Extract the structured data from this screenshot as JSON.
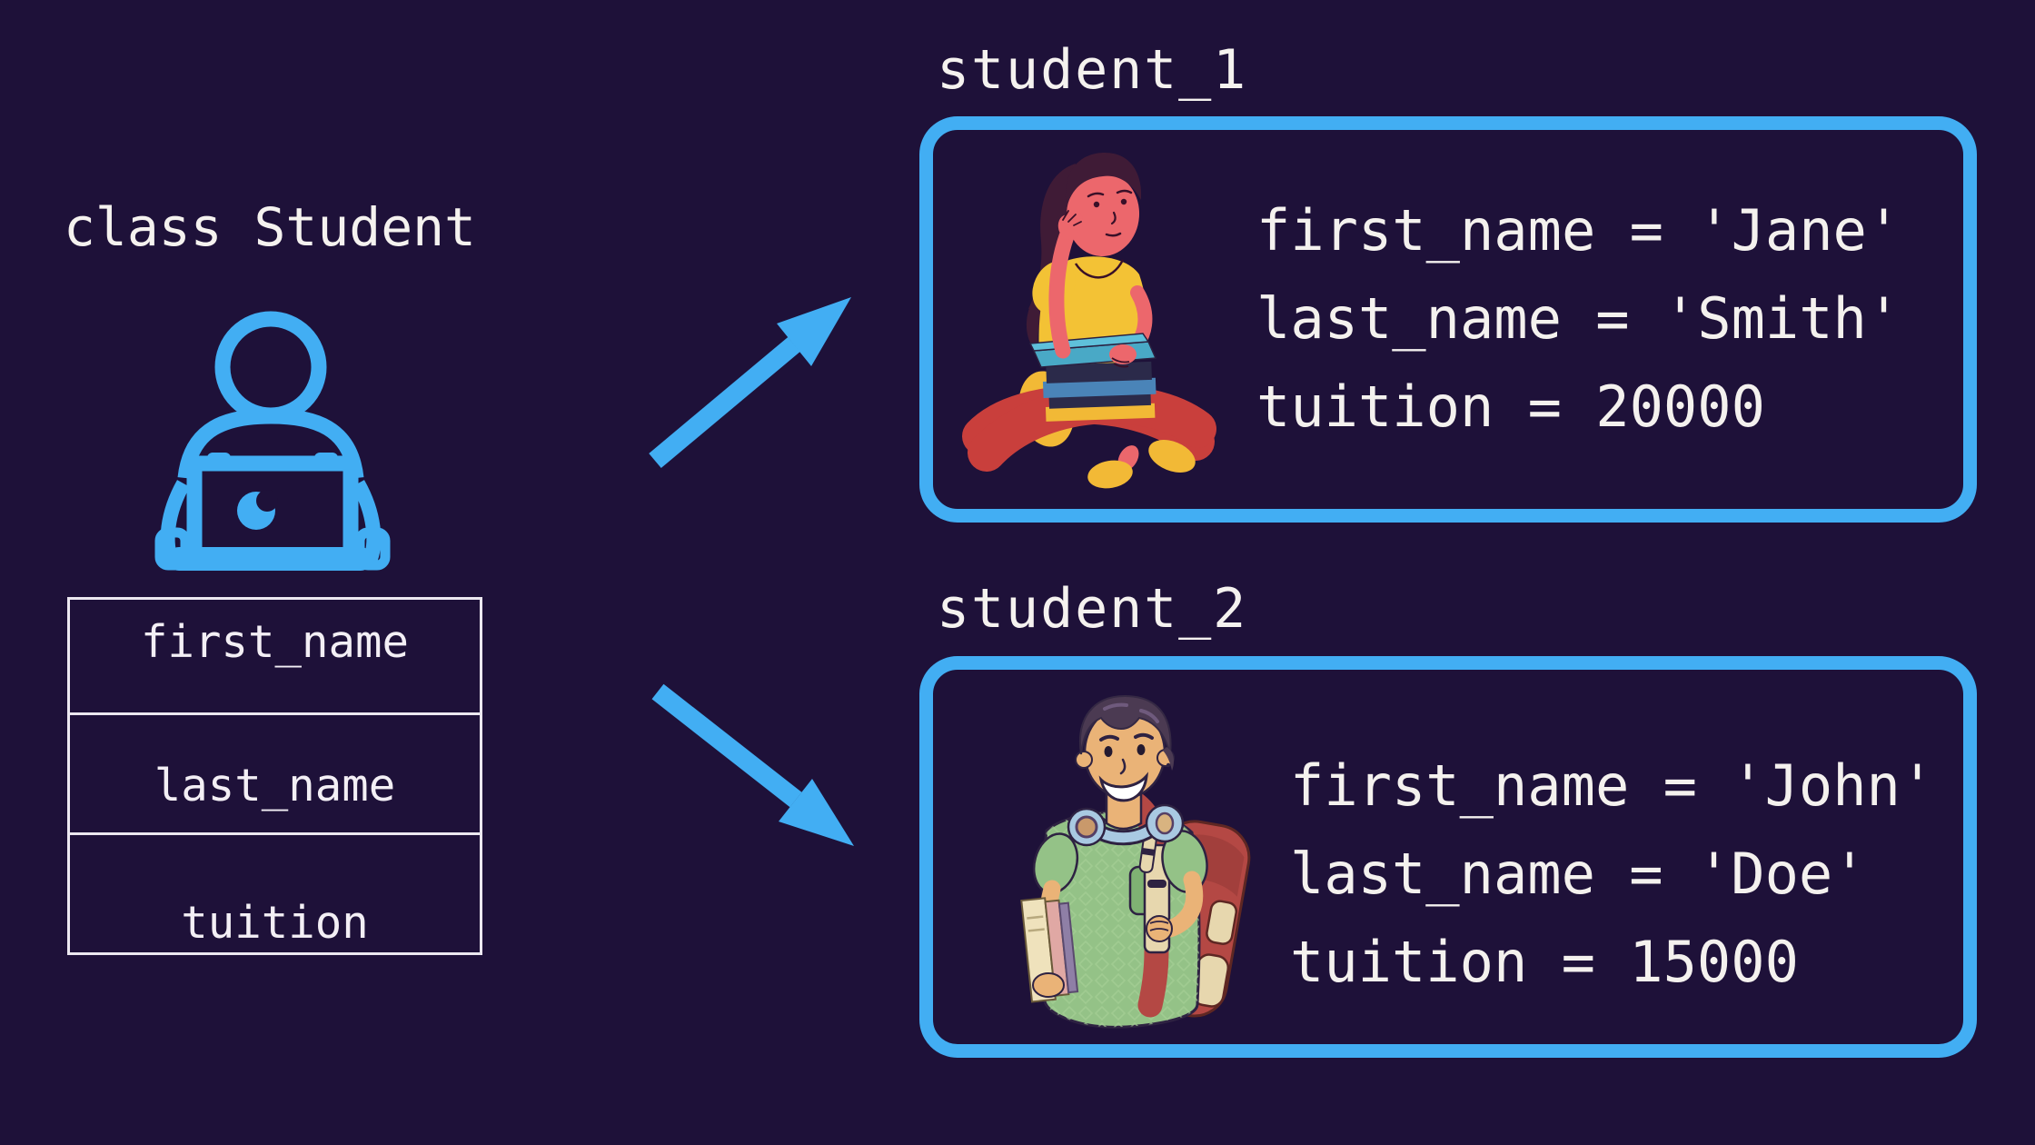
{
  "palette": {
    "background": "#1e1139",
    "accent_blue": "#42aef3",
    "text_white": "#f5f2ef",
    "table_border": "#ece8f0"
  },
  "class_panel": {
    "title": "class Student",
    "icon": "person-at-laptop-icon",
    "attributes": [
      "first_name",
      "last_name",
      "tuition"
    ]
  },
  "instances": [
    {
      "label": "student_1",
      "illustration": "girl-thinking-with-books-illustration",
      "lines": [
        "first_name = 'Jane'",
        "last_name = 'Smith'",
        "tuition = 20000"
      ]
    },
    {
      "label": "student_2",
      "illustration": "boy-with-backpack-and-headphones-illustration",
      "lines": [
        "first_name = 'John'",
        "last_name = 'Doe'",
        "tuition = 15000"
      ]
    }
  ]
}
